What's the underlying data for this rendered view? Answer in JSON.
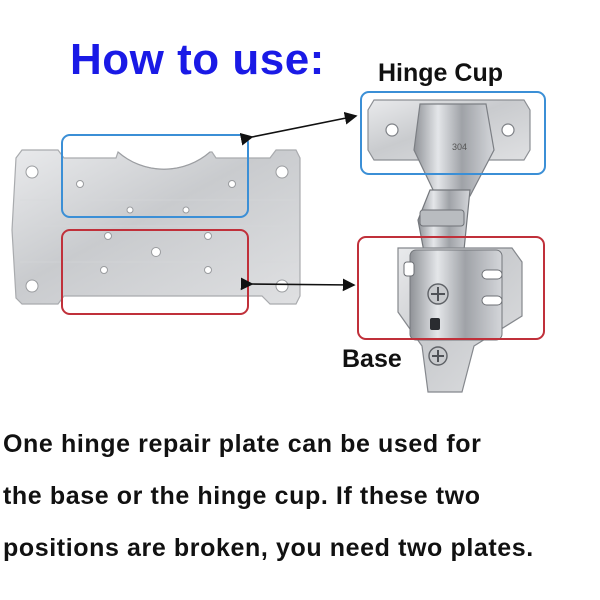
{
  "title": "How to use:",
  "labels": {
    "hinge_cup": "Hinge Cup",
    "base": "Base"
  },
  "description": {
    "line1": "One hinge repair plate can be used for",
    "line2": "the base or the hinge cup. If these two",
    "line3": "positions are broken, you need two plates."
  },
  "colors": {
    "title": "#1a1ae6",
    "cup_box": "#3b8fd6",
    "base_box": "#c0303a",
    "text": "#111111"
  },
  "icons": {
    "plate": "repair-plate-image",
    "hinge": "cabinet-hinge-image"
  }
}
